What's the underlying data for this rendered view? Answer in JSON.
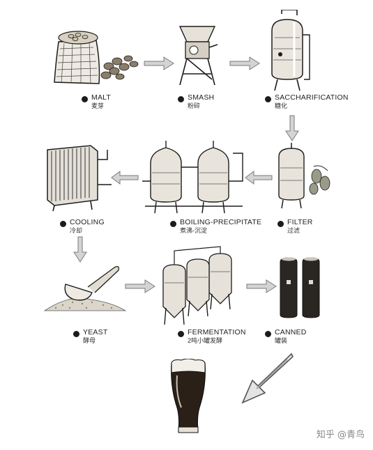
{
  "steps": [
    {
      "id": "malt",
      "en": "MALT",
      "zh": "麦芽"
    },
    {
      "id": "smash",
      "en": "SMASH",
      "zh": "粉碎"
    },
    {
      "id": "saccharification",
      "en": "SACCHARIFICATION",
      "zh": "糖化"
    },
    {
      "id": "filter",
      "en": "FILTER",
      "zh": "过滤"
    },
    {
      "id": "boiling",
      "en": "BOILING-PRECIPITATE",
      "zh": "煮沸-沉淀"
    },
    {
      "id": "cooling",
      "en": "COOLING",
      "zh": "冷却"
    },
    {
      "id": "yeast",
      "en": "YEAST",
      "zh": "酵母"
    },
    {
      "id": "fermentation",
      "en": "FERMENTATION",
      "zh": "2吨小罐发酵"
    },
    {
      "id": "canned",
      "en": "CANNED",
      "zh": "罐装"
    }
  ],
  "watermark": "知乎 @青鸟",
  "colors": {
    "ink": "#1c1c1c",
    "arrow": "#b8b8b8",
    "beer": "#2a2018"
  }
}
